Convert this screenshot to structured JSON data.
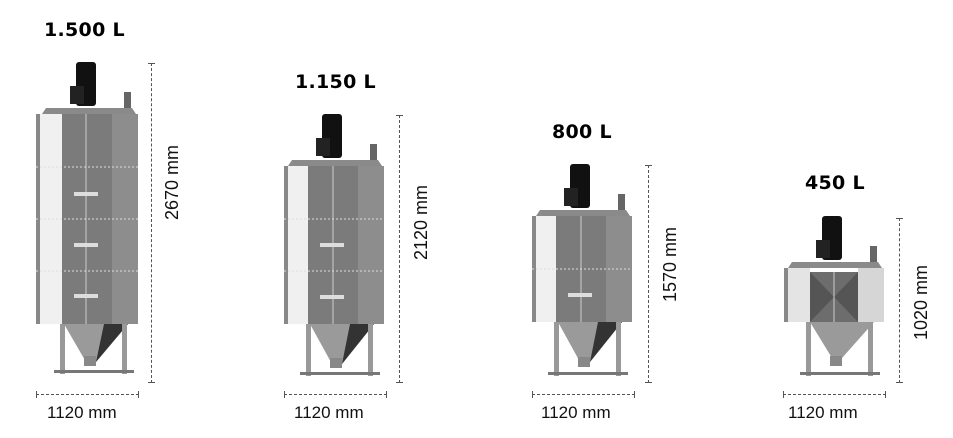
{
  "units": [
    {
      "capacity": "1.500 L",
      "height": "2670 mm",
      "width": "1120 mm"
    },
    {
      "capacity": "1.150 L",
      "height": "2120 mm",
      "width": "1120 mm"
    },
    {
      "capacity": "800 L",
      "height": "1570 mm",
      "width": "1120 mm"
    },
    {
      "capacity": "450 L",
      "height": "1020 mm",
      "width": "1120 mm"
    }
  ],
  "colors": {
    "panel_dark": "#7a7a7a",
    "panel_light": "#eeeeee",
    "motor": "#111111",
    "frame": "#8a8a8a"
  }
}
